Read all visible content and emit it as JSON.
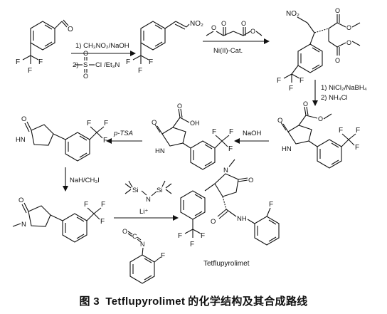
{
  "steps": {
    "s1_line1": "1) CH₃NO₂/NaOH",
    "s1_line2_num": "2)",
    "s1_line2_reagent": "/Et₃N",
    "s2": "Ni(II)-Cat.",
    "s3_line1": "1) NiCl₂/NaBH₄",
    "s3_line2": "2) NH₄Cl",
    "s4": "NaOH",
    "s5": "p-TSA",
    "s6": "NaH/CH₃I",
    "s7": "Li⁺"
  },
  "atoms": {
    "o": "O",
    "n": "N",
    "nh": "HN",
    "oh": "OH",
    "no2": "NO₂",
    "f": "F",
    "s": "S",
    "cl": "Cl",
    "si": "Si",
    "nh_amide": "NH",
    "c": "C"
  },
  "product_label": "Tetflupyrolimet",
  "caption": {
    "figure": "图 3",
    "name": "Tetflupyrolimet",
    "suffix": "的化学结构及其合成路线"
  }
}
